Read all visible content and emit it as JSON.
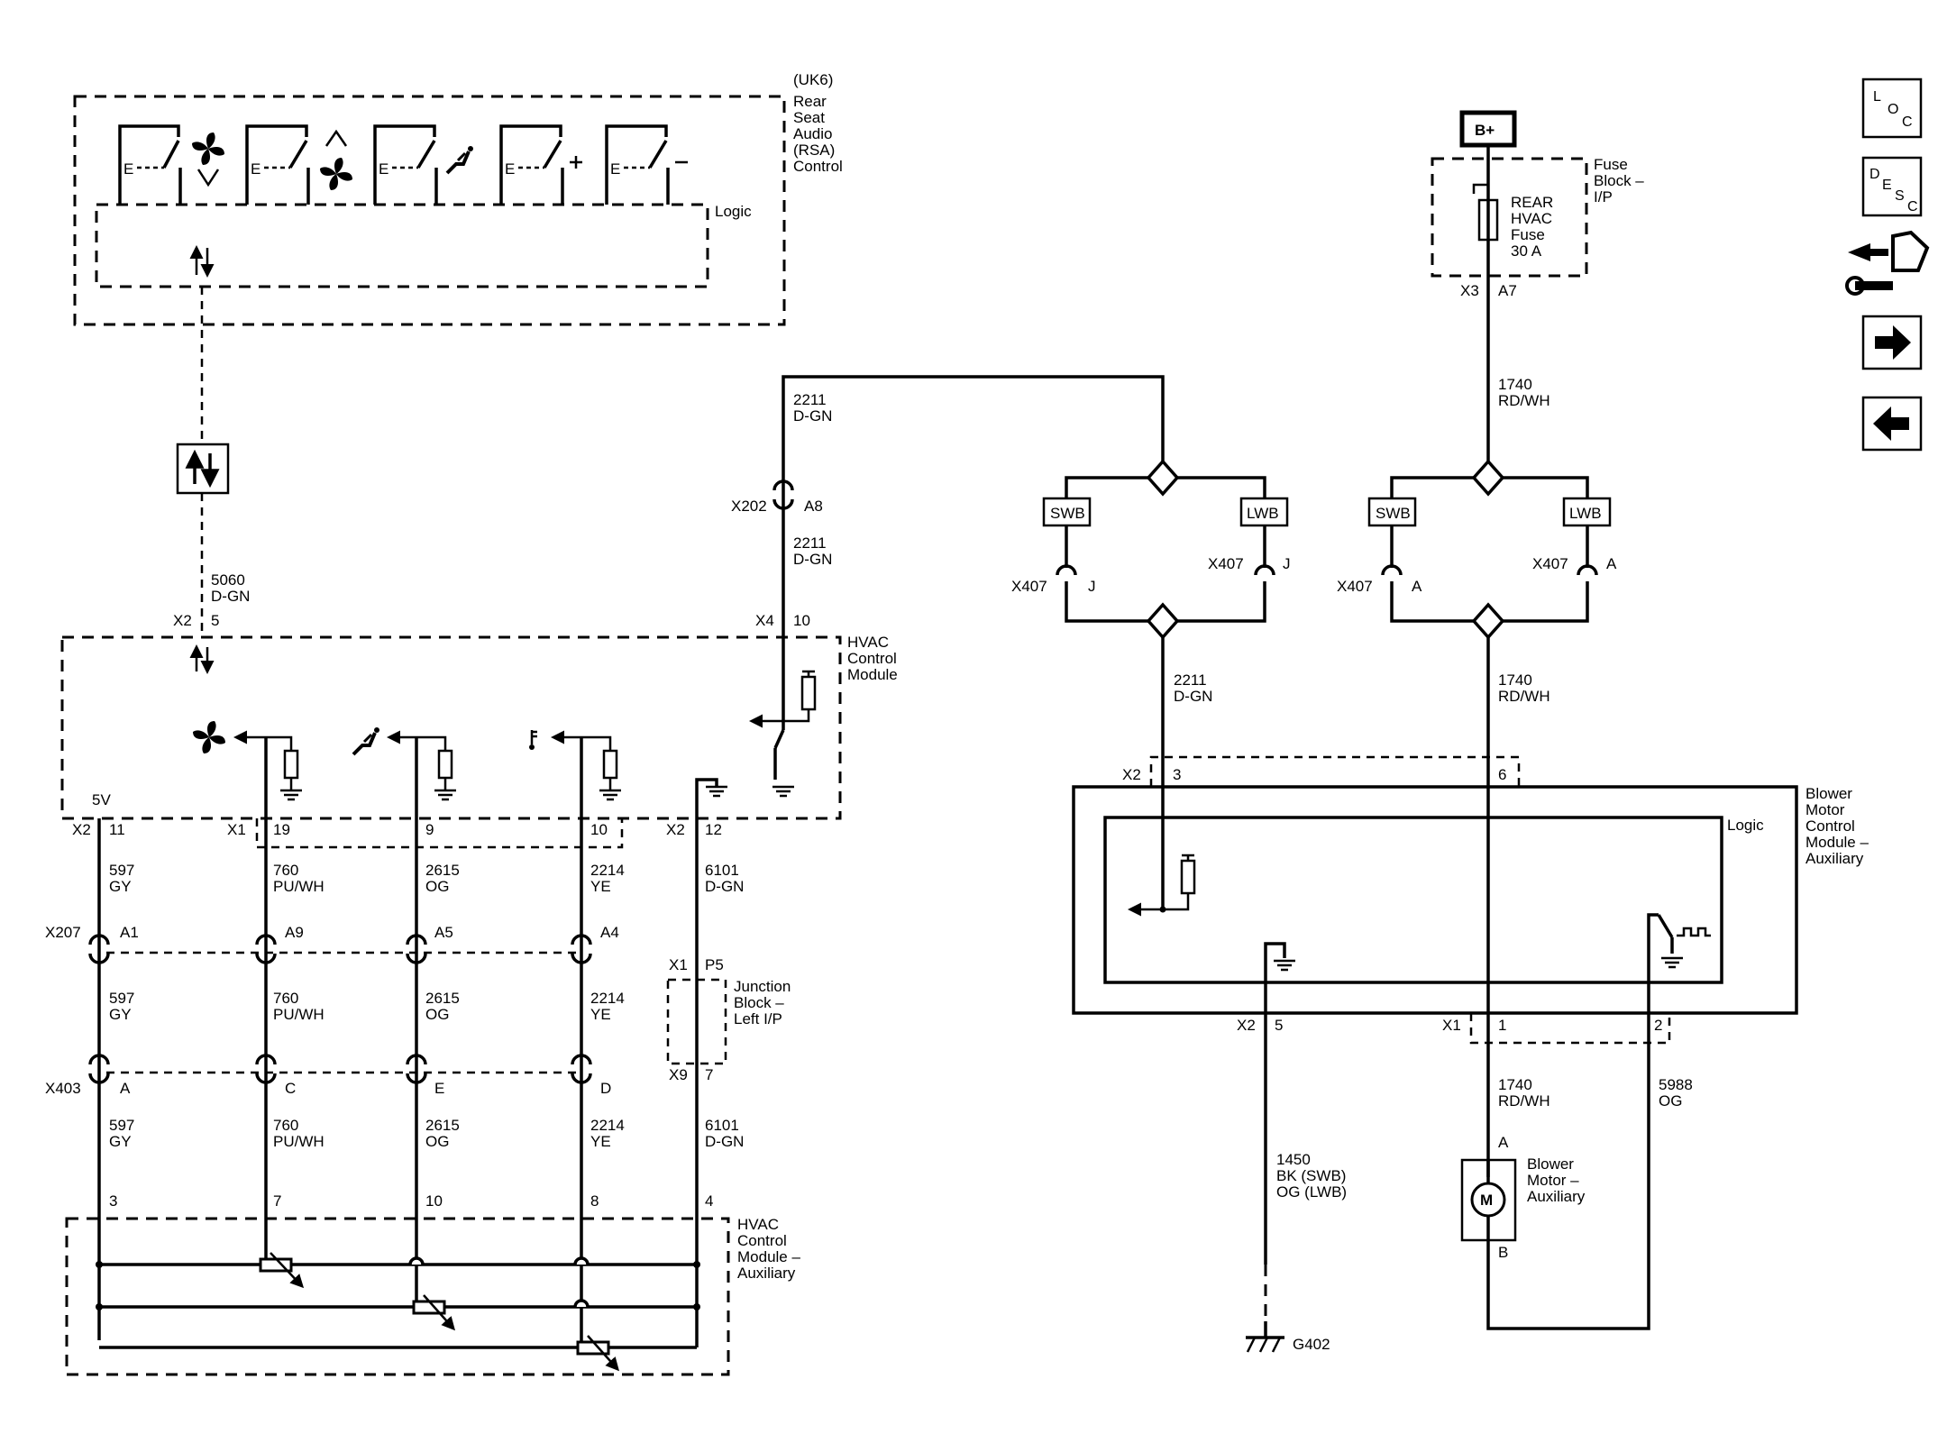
{
  "nav": {
    "loc": {
      "l": "L",
      "o": "O",
      "c": "C"
    },
    "desc": {
      "d": "D",
      "e": "E",
      "s": "S",
      "c": "C"
    }
  },
  "rsa": {
    "opt": "(UK6)",
    "line1": "Rear",
    "line2": "Seat",
    "line3": "Audio",
    "line4": "(RSA)",
    "line5": "Control",
    "logic": "Logic",
    "switch_e": "E"
  },
  "hvac": {
    "line1": "HVAC",
    "line2": "Control",
    "line3": "Module",
    "five_v": "5V"
  },
  "hvac_aux": {
    "line1": "HVAC",
    "line2": "Control",
    "line3": "Module –",
    "line4": "Auxiliary"
  },
  "junction": {
    "line1": "Junction",
    "line2": "Block –",
    "line3": "Left I/P"
  },
  "fuse_block": {
    "line1": "Fuse",
    "line2": "Block –",
    "line3": "I/P"
  },
  "fuse": {
    "line1": "REAR",
    "line2": "HVAC",
    "line3": "Fuse",
    "line4": "30 A"
  },
  "battery": "B+",
  "bmcm": {
    "line1": "Blower",
    "line2": "Motor",
    "line3": "Control",
    "line4": "Module –",
    "line5": "Auxiliary",
    "logic": "Logic"
  },
  "blower": {
    "line1": "Blower",
    "line2": "Motor –",
    "line3": "Auxiliary",
    "symbol": "M",
    "pin_a": "A",
    "pin_b": "B"
  },
  "ground": "G402",
  "variants": {
    "swb": "SWB",
    "lwb": "LWB"
  },
  "connectors": {
    "x2": "X2",
    "x1": "X1",
    "x3": "X3",
    "x4": "X4",
    "x9": "X9",
    "x202": "X202",
    "x207": "X207",
    "x403": "X403",
    "x407": "X407"
  },
  "pins": {
    "p5": "5",
    "p10": "10",
    "p11": "11",
    "p19": "19",
    "p9": "9",
    "p12": "12",
    "a1": "A1",
    "a9": "A9",
    "a5": "A5",
    "a4": "A4",
    "a8": "A8",
    "a7": "A7",
    "pa": "A",
    "pc": "C",
    "pe": "E",
    "pd": "D",
    "p3": "3",
    "p7": "7",
    "p8": "8",
    "p4": "4",
    "pP5": "P5",
    "pJ": "J",
    "p6": "6",
    "p1": "1",
    "p2": "2"
  },
  "wires": {
    "c5060": "5060",
    "cDGN": "D-GN",
    "c597": "597",
    "cGY": "GY",
    "c760": "760",
    "cPUWH": "PU/WH",
    "c2615": "2615",
    "cOG": "OG",
    "c2214": "2214",
    "cYE": "YE",
    "c6101": "6101",
    "c2211": "2211",
    "c1740": "1740",
    "cRDWH": "RD/WH",
    "c1450": "1450",
    "cBKSWB": "BK (SWB)",
    "cOGLWB": "OG (LWB)",
    "c5988": "5988"
  }
}
